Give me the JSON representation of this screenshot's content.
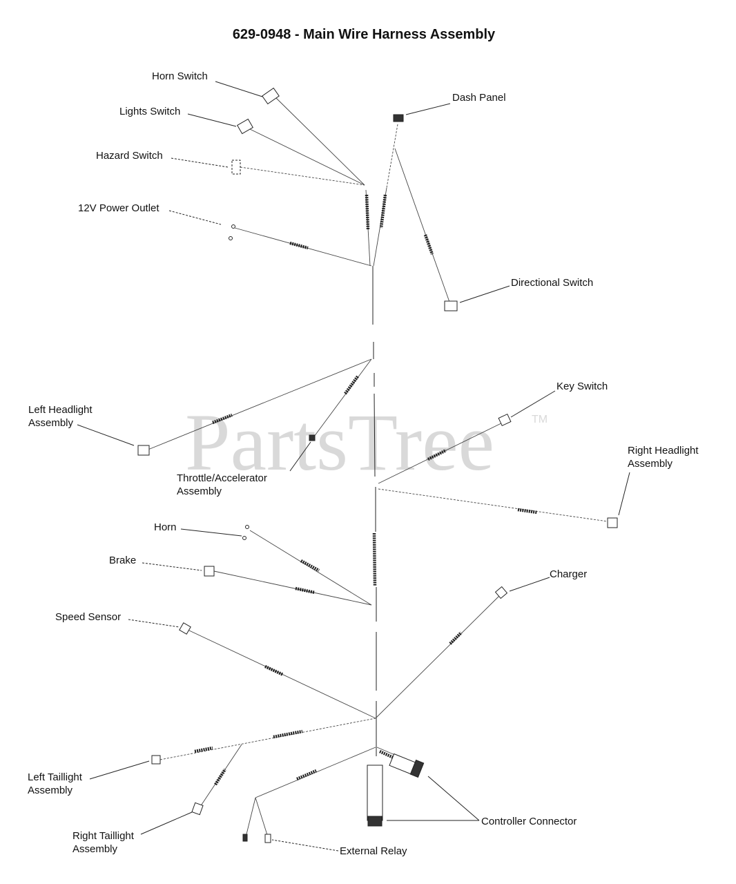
{
  "title": "629-0948 - Main Wire Harness Assembly",
  "watermark": {
    "brand": "PartsTree",
    "trademark": "TM"
  },
  "labels": {
    "horn_switch": "Horn Switch",
    "lights_switch": "Lights Switch",
    "hazard_switch": "Hazard Switch",
    "power_outlet": "12V Power Outlet",
    "dash_panel": "Dash Panel",
    "directional_switch": "Directional Switch",
    "left_headlight_1": "Left Headlight",
    "left_headlight_2": "Assembly",
    "key_switch": "Key Switch",
    "right_headlight_1": "Right Headlight",
    "right_headlight_2": "Assembly",
    "throttle_1": "Throttle/Accelerator",
    "throttle_2": "Assembly",
    "horn": "Horn",
    "brake": "Brake",
    "charger": "Charger",
    "speed_sensor": "Speed Sensor",
    "left_taillight_1": "Left Taillight",
    "left_taillight_2": "Assembly",
    "right_taillight_1": "Right Taillight",
    "right_taillight_2": "Assembly",
    "controller_connector": "Controller Connector",
    "external_relay": "External Relay"
  },
  "colors": {
    "ink": "#222222",
    "watermark": "#d9d9d9"
  }
}
